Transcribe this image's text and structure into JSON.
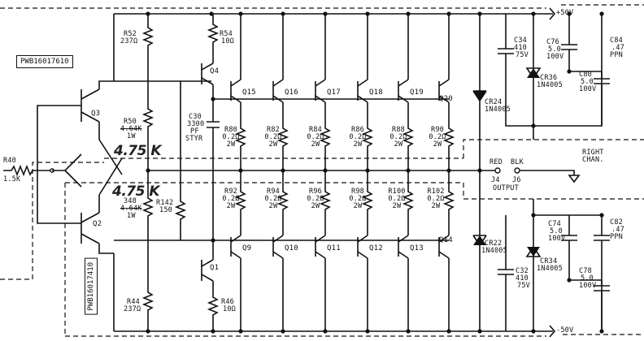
{
  "supply": {
    "pos": "+50V",
    "neg": "-50V"
  },
  "boards": {
    "left": "PWB16017610",
    "vertical": "PWB16017410"
  },
  "resistors": {
    "r40": {
      "name": "R40",
      "value": "1.5K"
    },
    "r52": {
      "name": "R52",
      "value": "237Ω"
    },
    "r54": {
      "name": "R54",
      "value": "10Ω"
    },
    "r50": {
      "name": "R50",
      "value_old": "4.64K",
      "watt": "1W"
    },
    "r48": {
      "name": "348",
      "value_old": "4.64K",
      "watt": "1W"
    },
    "r142": {
      "name": "R142",
      "value": "150"
    },
    "r44": {
      "name": "R44",
      "value": "237Ω"
    },
    "r46": {
      "name": "R46",
      "value": "10Ω"
    },
    "upper": [
      {
        "name": "R80",
        "value": "0.2Ω",
        "watt": "2W"
      },
      {
        "name": "R82",
        "value": "0.2Ω",
        "watt": "2W"
      },
      {
        "name": "R84",
        "value": "0.2Ω",
        "watt": "2W"
      },
      {
        "name": "R86",
        "value": "0.2Ω",
        "watt": "2W"
      },
      {
        "name": "R88",
        "value": "0.2Ω",
        "watt": "2W"
      },
      {
        "name": "R90",
        "value": "0.2Ω",
        "watt": "2W"
      }
    ],
    "lower": [
      {
        "name": "R92",
        "value": "0.2Ω",
        "watt": "2W"
      },
      {
        "name": "R94",
        "value": "0.2Ω",
        "watt": "2W"
      },
      {
        "name": "R96",
        "value": "0.2Ω",
        "watt": "2W"
      },
      {
        "name": "R98",
        "value": "0.2Ω",
        "watt": "2W"
      },
      {
        "name": "R100",
        "value": "0.2Ω",
        "watt": "2W"
      },
      {
        "name": "R102",
        "value": "0.2Ω",
        "watt": "2W"
      }
    ]
  },
  "handwritten": {
    "r50": "4.75 K",
    "r48": "4.75 K"
  },
  "transistors": {
    "q3": "Q3",
    "q2": "Q2",
    "q4": "Q4",
    "q1": "Q1",
    "upper": [
      "Q15",
      "Q16",
      "Q17",
      "Q18",
      "Q19",
      "Q20"
    ],
    "lower": [
      "Q9",
      "Q10",
      "Q11",
      "Q12",
      "Q13",
      "Q14"
    ]
  },
  "capacitors": {
    "c30": {
      "name": "C30",
      "value": "3300",
      "unit": "PF",
      "type": "STYR"
    },
    "c34": {
      "name": "C34",
      "value": "410",
      "volt": "75V"
    },
    "c76": {
      "name": "C76",
      "value": "5.0",
      "volt": "100V"
    },
    "c84": {
      "name": "C84",
      "value": ".47",
      "type": "PPN"
    },
    "c80": {
      "name": "C80",
      "value": "5.0",
      "volt": "100V"
    },
    "c32": {
      "name": "C32",
      "value": "410",
      "volt": "75V"
    },
    "c74": {
      "name": "C74",
      "value": "5.0",
      "volt": "100V"
    },
    "c82": {
      "name": "C82",
      "value": ".47",
      "type": "PPN"
    },
    "c78": {
      "name": "C78",
      "value": "5.0",
      "volt": "100V"
    }
  },
  "diodes": {
    "cr24": {
      "name": "CR24",
      "part": "1N4005"
    },
    "cr36": {
      "name": "CR36",
      "part": "1N4005"
    },
    "cr22": {
      "name": "CR22",
      "part": "1N4005"
    },
    "cr34": {
      "name": "CR34",
      "part": "1N4005"
    }
  },
  "output": {
    "red": "RED",
    "blk": "BLK",
    "j4": "J4",
    "j6": "J6",
    "label": "OUTPUT",
    "chan_line1": "RIGHT",
    "chan_line2": "CHAN."
  }
}
